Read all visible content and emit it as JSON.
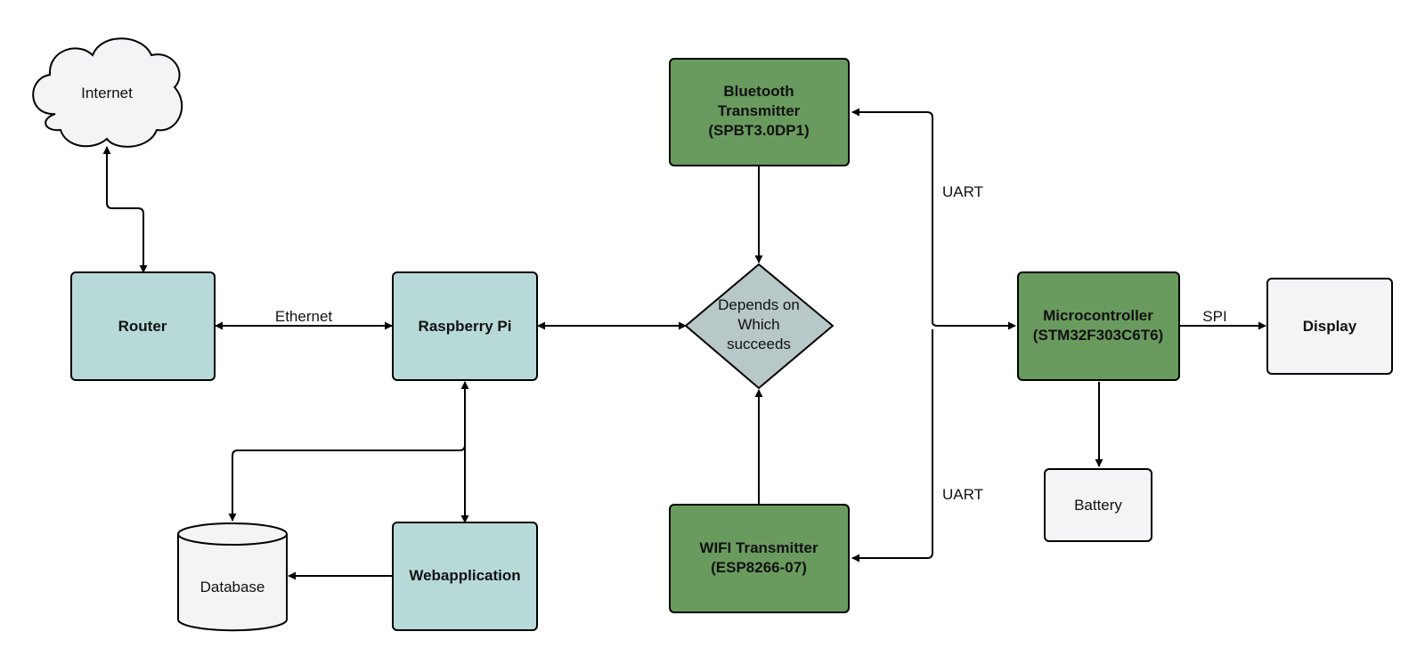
{
  "colors": {
    "teal": "#b7dad9",
    "green": "#6a9b5e",
    "grey_decision": "#b8c7c7",
    "light": "#f4f4f7",
    "stroke": "#000000"
  },
  "nodes": {
    "internet": {
      "label": "Internet",
      "shape": "cloud"
    },
    "router": {
      "label": "Router"
    },
    "raspberry": {
      "label": "Raspberry Pi"
    },
    "database": {
      "label": "Database",
      "shape": "cylinder"
    },
    "webapp": {
      "label": "Webapplication"
    },
    "bluetooth": {
      "lines": [
        "Bluetooth",
        "Transmitter",
        "(SPBT3.0DP1)"
      ]
    },
    "decision": {
      "lines": [
        "Depends on",
        "Which",
        "succeeds"
      ],
      "shape": "diamond"
    },
    "wifi": {
      "lines": [
        "WIFI Transmitter",
        "(ESP8266-07)"
      ]
    },
    "micro": {
      "lines": [
        "Microcontroller",
        "(STM32F303C6T6)"
      ]
    },
    "display": {
      "label": "Display"
    },
    "battery": {
      "label": "Battery"
    }
  },
  "edge_labels": {
    "ethernet": "Ethernet",
    "uart_top": "UART",
    "uart_bottom": "UART",
    "spi": "SPI"
  }
}
